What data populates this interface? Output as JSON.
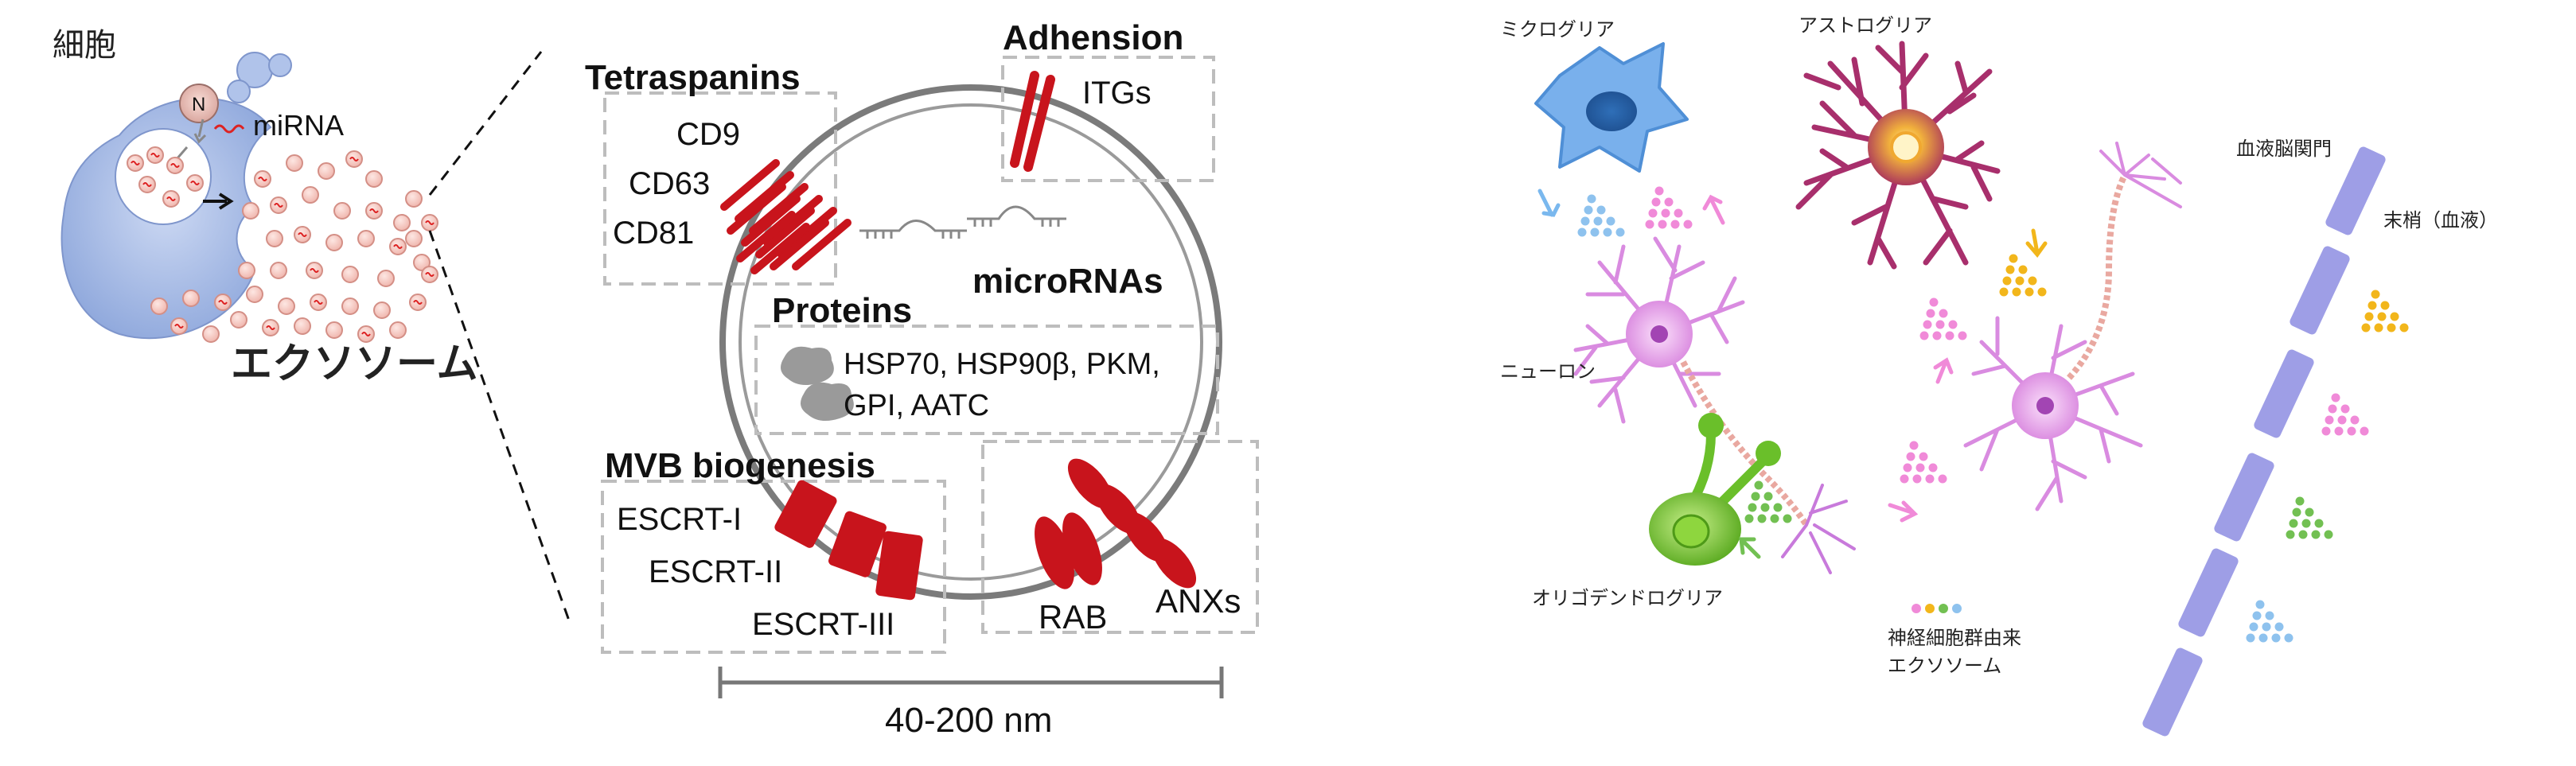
{
  "left": {
    "cell_label": "細胞",
    "nucleus_label": "N",
    "mirna_label": "miRNA",
    "exosome_label": "エクソソーム",
    "tetraspanins": {
      "title": "Tetraspanins",
      "items": [
        "CD9",
        "CD63",
        "CD81"
      ]
    },
    "adhesion": {
      "title": "Adhension",
      "item": "ITGs"
    },
    "micrornas_label": "microRNAs",
    "proteins": {
      "title": "Proteins",
      "line1": "HSP70, HSP90β, PKM,",
      "line2": "GPI, AATC"
    },
    "mvb": {
      "title": "MVB biogenesis",
      "items": [
        "ESCRT-I",
        "ESCRT-II",
        "ESCRT-III"
      ]
    },
    "rab_label": "RAB",
    "anx_label": "ANXs",
    "scale_label": "40-200 nm"
  },
  "right": {
    "microglia": "ミクログリア",
    "astroglia": "アストログリア",
    "neuron": "ニューロン",
    "oligodendroglia": "オリゴデンドログリア",
    "bbb": "血液脳関門",
    "periphery": "末梢（血液）",
    "legend_line1": "神経細胞群由来",
    "legend_line2": "エクソソーム"
  },
  "colors": {
    "cell_body": "#a9bde6",
    "exosome": "#f4c9c2",
    "protein_red": "#c8141c",
    "neuron": "#d98be0",
    "astro": "#b33a78",
    "microglia": "#6fa8e8",
    "oligo": "#6abf2a",
    "bbb": "#9e9ee6",
    "dot_yellow": "#f2b61b",
    "dot_pink": "#f08ad8",
    "dot_green": "#72c052",
    "dot_blue": "#8ec2ee"
  }
}
